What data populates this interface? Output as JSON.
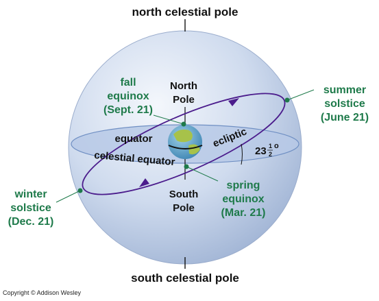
{
  "labels": {
    "north_celestial_pole": "north celestial pole",
    "south_celestial_pole": "south celestial pole",
    "north_pole_1": "North",
    "north_pole_2": "Pole",
    "south_pole_1": "South",
    "south_pole_2": "Pole",
    "equator": "equator",
    "celestial_equator": "celestial equator",
    "ecliptic": "ecliptic",
    "tilt_main": "23",
    "tilt_num": "1",
    "tilt_den": "2",
    "tilt_deg": "o",
    "fall_equinox_1": "fall",
    "fall_equinox_2": "equinox",
    "fall_equinox_3": "(Sept. 21)",
    "summer_solstice_1": "summer",
    "summer_solstice_2": "solstice",
    "summer_solstice_3": "(June 21)",
    "winter_solstice_1": "winter",
    "winter_solstice_2": "solstice",
    "winter_solstice_3": "(Dec. 21)",
    "spring_equinox_1": "spring",
    "spring_equinox_2": "equinox",
    "spring_equinox_3": "(Mar. 21)"
  },
  "copyright": "Copyright © Addison Wesley",
  "colors": {
    "sphere": "#c9d6ea",
    "equator_plane": "#b7c9e6",
    "ecliptic": "#4b1c8c",
    "label_green": "#1e7a4a",
    "earth_ocean": "#5aa0c8",
    "earth_land": "#a7c24a"
  }
}
